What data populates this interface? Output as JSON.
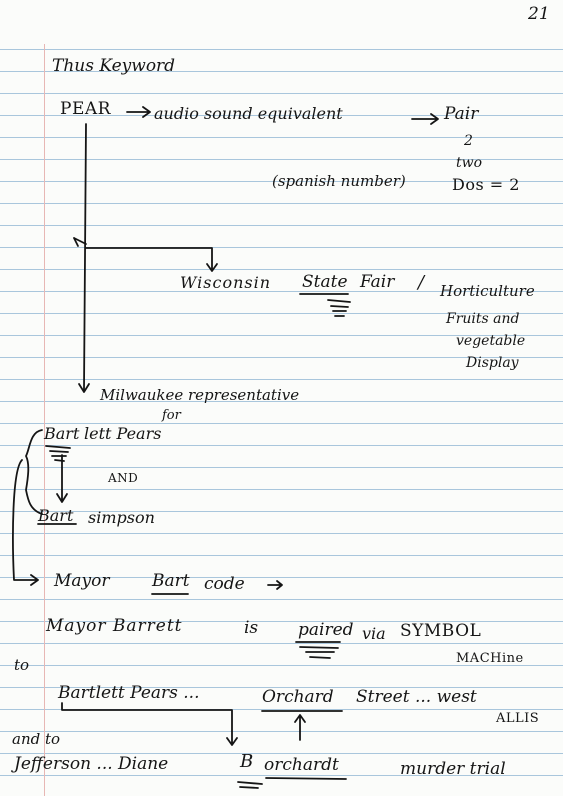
{
  "page_number": "21",
  "lines": {
    "heading": "Thus Keyword",
    "pear": "PEAR",
    "audio": "audio sound equivalent",
    "pair": "Pair",
    "num_2": "2",
    "two": "two",
    "spanish": "(spanish number)",
    "dos": "Dos = 2",
    "wisconsin": "Wisconsin",
    "state": "State",
    "fair": "Fair",
    "slash": "/",
    "horticulture": "Horticulture",
    "fruits": "Fruits and",
    "vegetable": "vegetable",
    "display": "Display",
    "milwaukee": "Milwaukee representative",
    "for": "for",
    "bart": "Bart",
    "bartlett_rest": "lett Pears",
    "and": "AND",
    "simpson": "simpson",
    "mayor": "Mayor",
    "code": "code",
    "mayor_barrett": "Mayor Barrett",
    "is": "is",
    "paired": "paired",
    "via": "via",
    "symbol": "SYMBOL",
    "machine": "MACHine",
    "to": "to",
    "bartlett_pears": "Bartlett Pears ...",
    "orchard": "Orchard",
    "street": "Street ... west",
    "allis": "ALLIS",
    "and_to": "and to",
    "jefferson": "Jefferson ... Diane",
    "b": "B",
    "borchardt_rest": "orchardt",
    "murder_trial": "murder trial"
  }
}
